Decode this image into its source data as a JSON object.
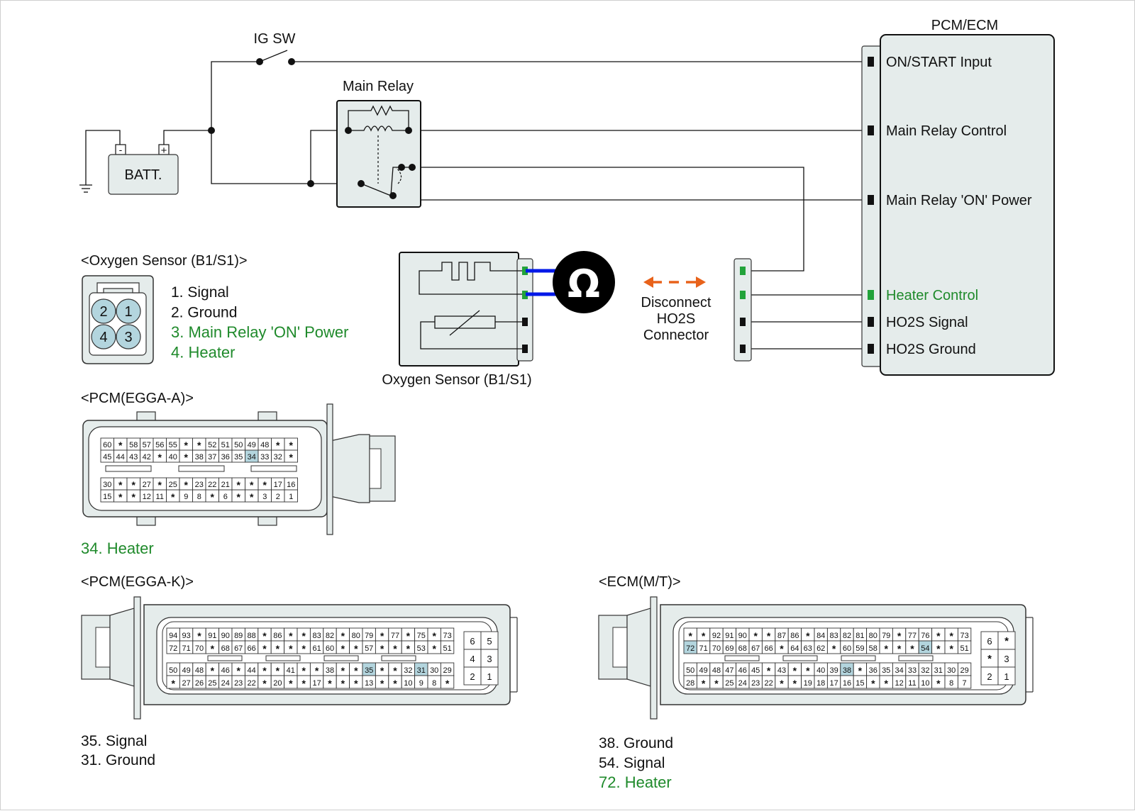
{
  "colors": {
    "component_fill": "#e5eceb",
    "pin_highlight": "#b3d5de",
    "green_text": "#1f8a2b",
    "meter_wire": "#0018e8",
    "disconnect_arrow": "#e8621a",
    "terminal_green": "#22a33a",
    "terminal_black": "#111111"
  },
  "circuit": {
    "ig_sw": "IG SW",
    "main_relay": "Main Relay",
    "batt": "BATT.",
    "batt_minus": "-",
    "batt_plus": "+",
    "pcm_title": "PCM/ECM",
    "pcm_pins": [
      {
        "label": "ON/START Input",
        "green": false
      },
      {
        "label": "Main Relay Control",
        "green": false
      },
      {
        "label": "Main Relay 'ON' Power",
        "green": false
      },
      {
        "label": "Heater Control",
        "green": true
      },
      {
        "label": "HO2S  Signal",
        "green": false
      },
      {
        "label": "HO2S  Ground",
        "green": false
      }
    ],
    "ohm_symbol": "Ω",
    "disconnect_lines": [
      "Disconnect",
      "HO2S",
      "Connector"
    ],
    "sensor_label": "Oxygen Sensor (B1/S1)",
    "icons": [
      "ohmmeter-icon",
      "double-arrow-icon",
      "ground-icon",
      "resistor-icon",
      "coil-icon"
    ]
  },
  "oxygen_connector": {
    "title": "<Oxygen Sensor (B1/S1)>",
    "pin_numbers": [
      "2",
      "1",
      "4",
      "3"
    ],
    "pins": [
      {
        "text": "1. Signal",
        "green": false
      },
      {
        "text": "2. Ground",
        "green": false
      },
      {
        "text": "3. Main Relay 'ON' Power",
        "green": true
      },
      {
        "text": "4. Heater",
        "green": true
      }
    ]
  },
  "pcm_a": {
    "title": "<PCM(EGGA-A)>",
    "rows": [
      [
        "60",
        "*",
        "58",
        "57",
        "56",
        "55",
        "*",
        "*",
        "52",
        "51",
        "50",
        "49",
        "48",
        "*",
        "*"
      ],
      [
        "45",
        "44",
        "43",
        "42",
        "*",
        "40",
        "*",
        "38",
        "37",
        "36",
        "35",
        "34",
        "33",
        "32",
        "*"
      ],
      [
        "30",
        "*",
        "*",
        "27",
        "*",
        "25",
        "*",
        "23",
        "22",
        "21",
        "*",
        "*",
        "*",
        "17",
        "16"
      ],
      [
        "15",
        "*",
        "*",
        "12",
        "11",
        "*",
        "9",
        "8",
        "*",
        "6",
        "*",
        "*",
        "3",
        "2",
        "1"
      ]
    ],
    "highlight": [
      "34"
    ],
    "note": "34. Heater",
    "note_green": true
  },
  "pcm_k": {
    "title": "<PCM(EGGA-K)>",
    "rows": [
      [
        "94",
        "93",
        "*",
        "91",
        "90",
        "89",
        "88",
        "*",
        "86",
        "*",
        "*",
        "83",
        "82",
        "*",
        "80",
        "79",
        "*",
        "77",
        "*",
        "75",
        "*",
        "73"
      ],
      [
        "72",
        "71",
        "70",
        "*",
        "68",
        "67",
        "66",
        "*",
        "*",
        "*",
        "*",
        "61",
        "60",
        "*",
        "*",
        "57",
        "*",
        "*",
        "*",
        "53",
        "*",
        "51"
      ],
      [
        "50",
        "49",
        "48",
        "*",
        "46",
        "*",
        "44",
        "*",
        "*",
        "41",
        "*",
        "*",
        "38",
        "*",
        "*",
        "35",
        "*",
        "*",
        "32",
        "31",
        "30",
        "29"
      ],
      [
        "*",
        "27",
        "26",
        "25",
        "24",
        "23",
        "22",
        "*",
        "20",
        "*",
        "*",
        "17",
        "*",
        "*",
        "*",
        "13",
        "*",
        "*",
        "10",
        "9",
        "8",
        "*"
      ]
    ],
    "aux": [
      [
        "6",
        "5"
      ],
      [
        "4",
        "3"
      ],
      [
        "2",
        "1"
      ]
    ],
    "highlight": [
      "35",
      "31"
    ],
    "notes": [
      {
        "text": "35. Signal",
        "green": false
      },
      {
        "text": "31. Ground",
        "green": false
      }
    ]
  },
  "ecm_mt": {
    "title": "<ECM(M/T)>",
    "rows": [
      [
        "*",
        "*",
        "92",
        "91",
        "90",
        "*",
        "*",
        "87",
        "86",
        "*",
        "84",
        "83",
        "82",
        "81",
        "80",
        "79",
        "*",
        "77",
        "76",
        "*",
        "*",
        "73"
      ],
      [
        "72",
        "71",
        "70",
        "69",
        "68",
        "67",
        "66",
        "*",
        "64",
        "63",
        "62",
        "*",
        "60",
        "59",
        "58",
        "*",
        "*",
        "*",
        "54",
        "*",
        "*",
        "51"
      ],
      [
        "50",
        "49",
        "48",
        "47",
        "46",
        "45",
        "*",
        "43",
        "*",
        "*",
        "40",
        "39",
        "38",
        "*",
        "36",
        "35",
        "34",
        "33",
        "32",
        "31",
        "30",
        "29"
      ],
      [
        "28",
        "*",
        "*",
        "25",
        "24",
        "23",
        "22",
        "*",
        "*",
        "19",
        "18",
        "17",
        "16",
        "15",
        "*",
        "*",
        "12",
        "11",
        "10",
        "*",
        "8",
        "7"
      ]
    ],
    "aux": [
      [
        "6",
        "*"
      ],
      [
        "*",
        "3"
      ],
      [
        "2",
        "1"
      ]
    ],
    "highlight": [
      "72",
      "54",
      "38"
    ],
    "notes": [
      {
        "text": "38. Ground",
        "green": false
      },
      {
        "text": "54. Signal",
        "green": false
      },
      {
        "text": "72. Heater",
        "green": true
      }
    ]
  }
}
